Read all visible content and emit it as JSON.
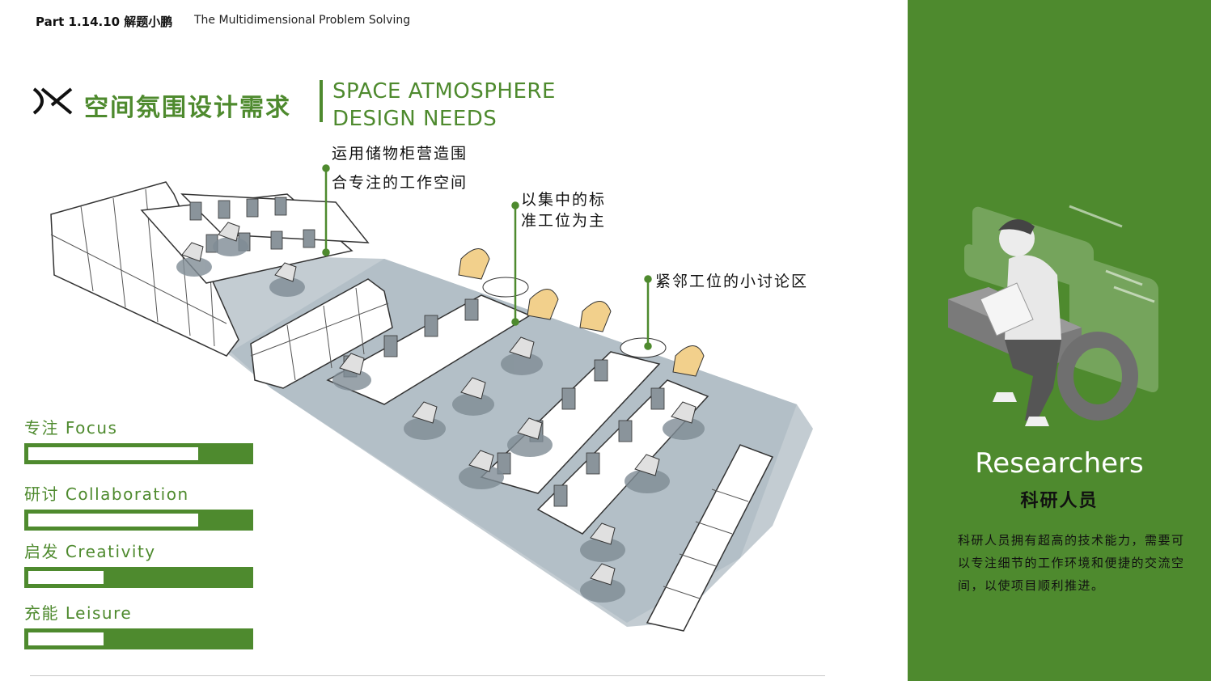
{
  "header": {
    "part": "Part 1.14.10  解题小鹏",
    "subtitle": "The Multidimensional Problem Solving"
  },
  "title": {
    "cn": "空间氛围设计需求",
    "en_line1": "SPACE ATMOSPHERE",
    "en_line2": "DESIGN NEEDS"
  },
  "callouts": [
    {
      "line1": "运用储物柜营造围",
      "line2": "合专注的工作空间"
    },
    {
      "line1": "以集中的标",
      "line2": "准工位为主"
    },
    {
      "line1": "紧邻工位的小讨论区",
      "line2": ""
    }
  ],
  "metrics": [
    {
      "label": "专注 Focus",
      "level": 0.77
    },
    {
      "label": "研讨 Collaboration",
      "level": 0.77
    },
    {
      "label": "启发 Creativity",
      "level": 0.34
    },
    {
      "label": "充能 Leisure",
      "level": 0.34
    }
  ],
  "persona": {
    "title": "Researchers",
    "subtitle": "科研人员",
    "description": "科研人员拥有超高的技术能力，需要可以专注细节的工作环境和便捷的交流空间，以使项目顺利推进。"
  },
  "colors": {
    "accent": "#4e8a2e",
    "floor": "#b8c3ca",
    "chair_accent": "#f2d08c"
  }
}
